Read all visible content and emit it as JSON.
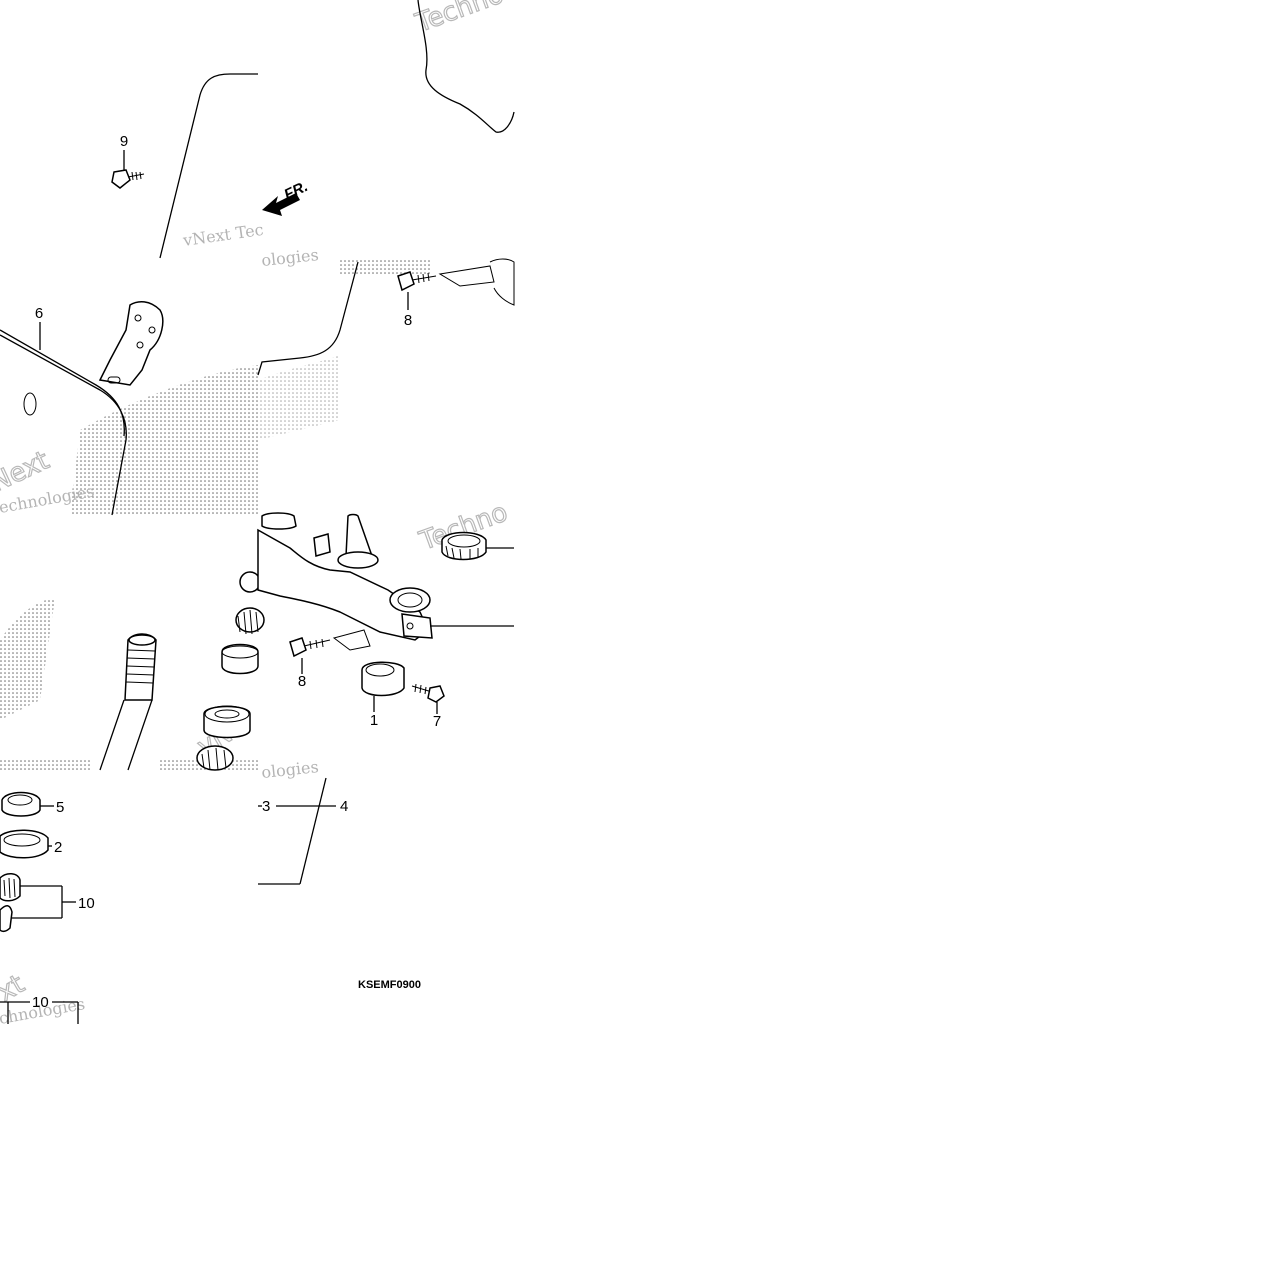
{
  "diagram": {
    "callouts": {
      "c1": "1",
      "c2": "2",
      "c3": "3",
      "c4": "4",
      "c5": "5",
      "c6": "6",
      "c7": "7",
      "c8a": "8",
      "c8b": "8",
      "c9": "9",
      "c10a": "10",
      "c10b": "10"
    },
    "direction_label": "FR.",
    "figure_code": "KSEMF0900",
    "watermarks": {
      "w1": "Techno",
      "w2": "vNext Tec",
      "w3": "ologies",
      "w4": "Next",
      "w5": "echnologies",
      "w6": "Techno",
      "w7": "vNe",
      "w8": "ologies",
      "w9": "xt",
      "w10": "chnologies"
    }
  }
}
